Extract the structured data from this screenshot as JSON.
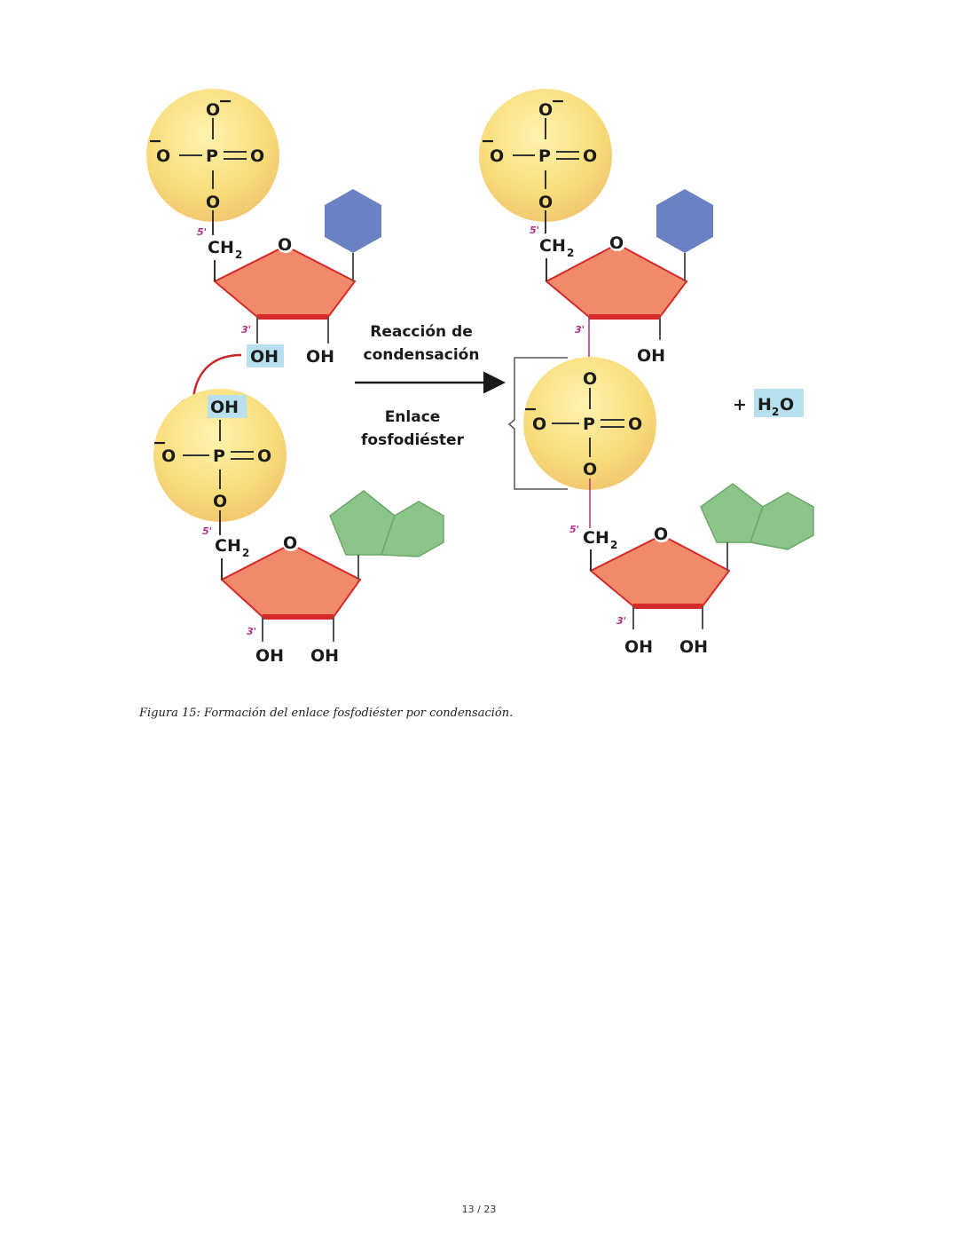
{
  "figure": {
    "title": "Formación del enlace fosfodiéster por condensación",
    "reaction_label_line1": "Reacción de",
    "reaction_label_line2": "condensación",
    "bond_label_line1": "Enlace",
    "bond_label_line2": "fosfodiéster",
    "product_plus": "+",
    "water_H": "H",
    "water_sub": "2",
    "water_O": "O",
    "atoms": {
      "O": "O",
      "P": "P",
      "OH": "OH",
      "CH": "CH",
      "sub2": "2",
      "minus": "−",
      "prime5": "5'",
      "prime3": "3'"
    },
    "colors": {
      "phosphate": "#f8dc7a",
      "sugar": "#f08a6a",
      "sugar_edge": "#d42a2a",
      "pyrimidine": "#6a82c4",
      "purine": "#8cc48a",
      "highlight": "#b8e0ef",
      "arrow_red": "#c8282a",
      "prime_label": "#b0308a"
    }
  },
  "caption": "Figura 15: Formación del enlace fosfodiéster por condensación.",
  "page_number": "13 / 23"
}
